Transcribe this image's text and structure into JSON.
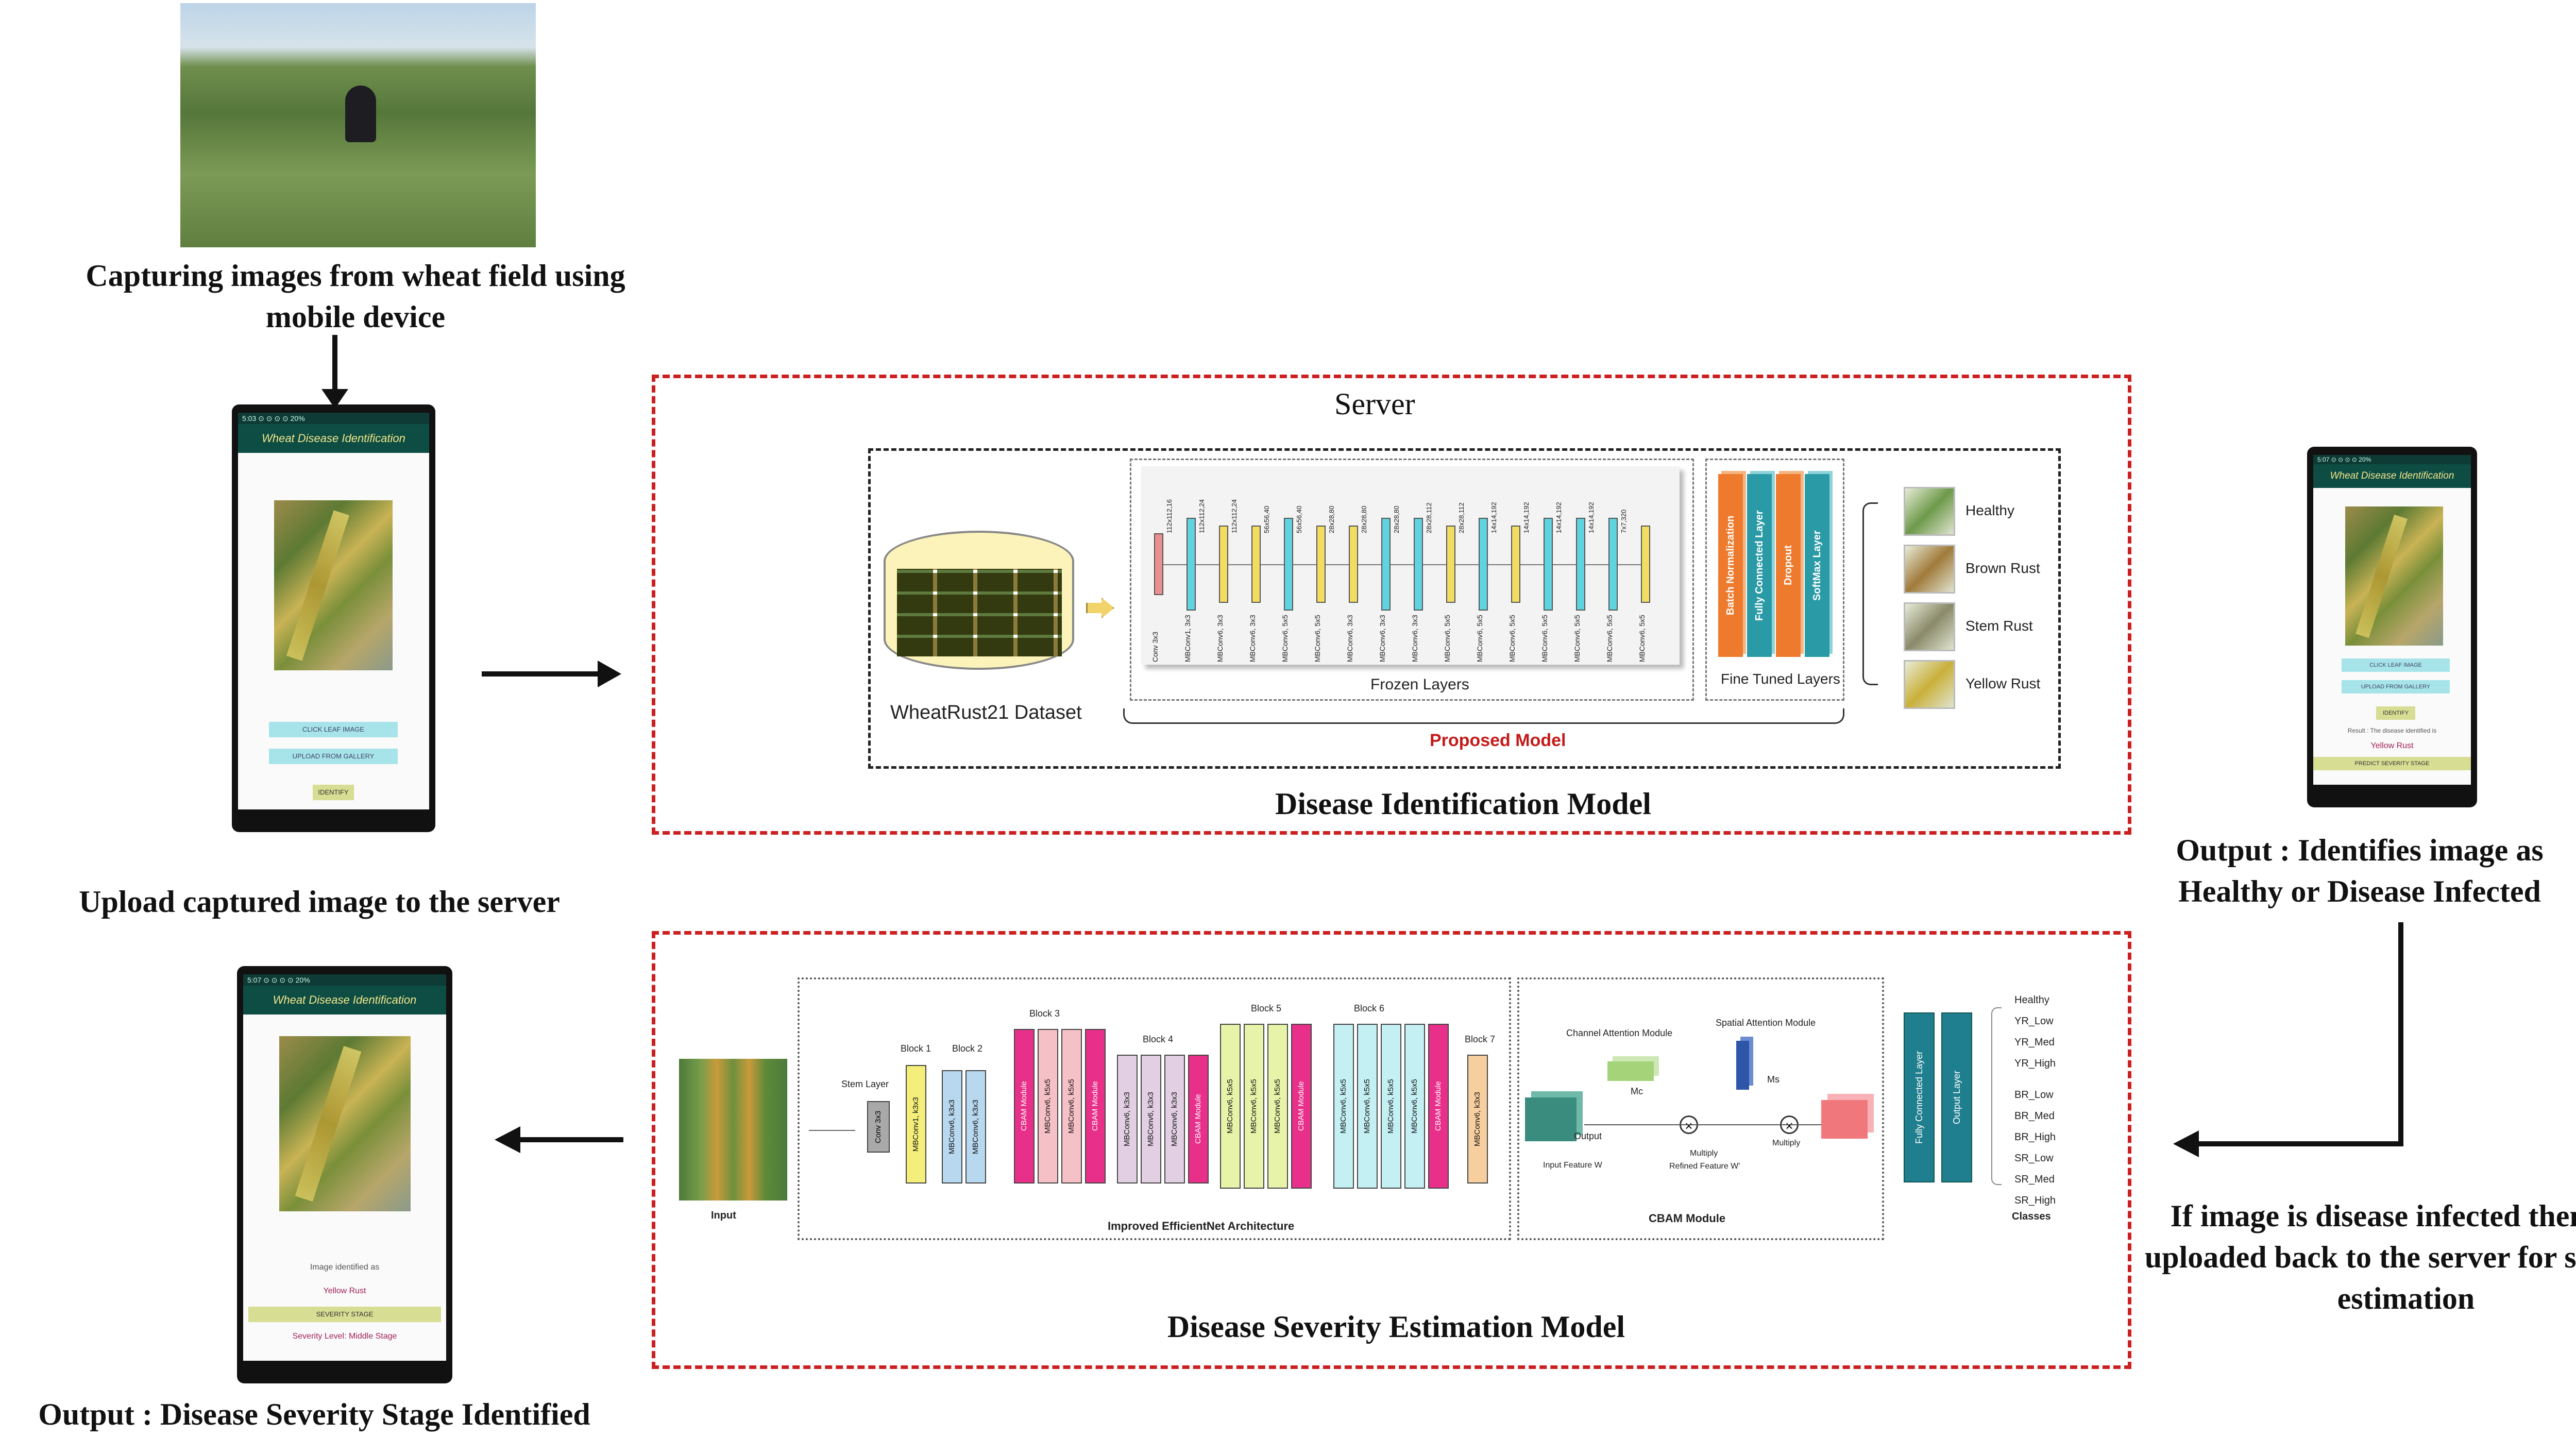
{
  "captions": {
    "capture": "Capturing images from wheat field using mobile device",
    "upload": "Upload captured image to the server",
    "output_identify": "Output : Identifies image as Healthy or Disease Infected",
    "reupload": "If image is disease infected then it is uploaded back to the server for severity estimation",
    "output_severity": "Output : Disease Severity Stage Identified",
    "identification_model": "Disease Identification Model",
    "severity_model": "Disease Severity Estimation Model"
  },
  "server": {
    "title": "Server",
    "dataset_label": "WheatRust21 Dataset",
    "frozen_label": "Frozen Layers",
    "finetuned_label": "Fine Tuned Layers",
    "proposed_label": "Proposed Model",
    "frozen_layers": [
      "Conv 3x3",
      "MBConv1, 3x3",
      "MBConv6, 3x3",
      "MBConv6, 3x3",
      "MBConv6, 5x5",
      "MBConv6, 5x5",
      "MBConv6, 3x3",
      "MBConv6, 3x3",
      "MBConv6, 3x3",
      "MBConv6, 5x5",
      "MBConv6, 5x5",
      "MBConv6, 5x5",
      "MBConv6, 5x5",
      "MBConv6, 5x5",
      "MBConv6, 5x5",
      "MBConv6, 5x5"
    ],
    "frozen_sizes": [
      "112x112,16",
      "112x112,24",
      "112x112,24",
      "56x56,40",
      "56x56,40",
      "28x28,80",
      "28x28,80",
      "28x28,80",
      "28x28,112",
      "28x28,112",
      "14x14,192",
      "14x14,192",
      "14x14,192",
      "14x14,192",
      "7x7,320"
    ],
    "tuned_layers": [
      "Batch Normalization",
      "Fully Connected Layer",
      "Dropout",
      "SoftMax Layer"
    ],
    "classes": [
      "Healthy",
      "Brown Rust",
      "Stem Rust",
      "Yellow Rust"
    ]
  },
  "severity": {
    "input_label": "Input",
    "stem_label": "Stem Layer",
    "stem_conv": "Conv 3x3",
    "block_labels": [
      "Block 1",
      "Block 2",
      "Block 3",
      "Block 4",
      "Block 5",
      "Block 6",
      "Block 7"
    ],
    "block1": [
      "MBConv1, k3x3"
    ],
    "block2": [
      "MBConv6, k3x3",
      "MBConv6, k3x3"
    ],
    "block3": [
      "CBAM Module",
      "MBConv6, k5x5",
      "MBConv6, k5x5",
      "CBAM Module"
    ],
    "block4": [
      "MBConv6, k3x3",
      "MBConv6, k3x3",
      "MBConv6, k3x3",
      "CBAM Module"
    ],
    "block5": [
      "MBConv6, k5x5",
      "MBConv6, k5x5",
      "MBConv6, k5x5",
      "CBAM Module"
    ],
    "block6": [
      "MBConv6, k5x5",
      "MBConv6, k5x5",
      "MBConv6, k5x5",
      "MBConv6, k5x5",
      "CBAM Module"
    ],
    "block7": [
      "MBConv6, k3x3"
    ],
    "arch_label": "Improved EfficientNet Architecture",
    "cbam": {
      "title": "CBAM Module",
      "channel": "Channel Attention Module",
      "spatial": "Spatial Attention Module",
      "mc": "Mc",
      "ms": "Ms",
      "input_feature": "Input Feature W",
      "output": "Output",
      "multiply1": "Multiply",
      "refined": "Refined Feature W'",
      "multiply2": "Multiply"
    },
    "fc_label": "Fully Connected Layer",
    "out_label": "Output Layer",
    "classes_label": "Classes",
    "classes": [
      "Healthy",
      "YR_Low",
      "YR_Med",
      "YR_High",
      "BR_Low",
      "BR_Med",
      "BR_High",
      "SR_Low",
      "SR_Med",
      "SR_High"
    ]
  },
  "phone1": {
    "status": "5:03 ⊙ ⊙ ⊙ ⊙   20%",
    "app_title": "Wheat Disease Identification",
    "btn_click": "CLICK LEAF IMAGE",
    "btn_upload": "UPLOAD FROM GALLERY",
    "btn_identify": "IDENTIFY"
  },
  "phone2": {
    "status": "5:07 ⊙ ⊙ ⊙ ⊙   20%",
    "app_title": "Wheat Disease Identification",
    "btn_click": "CLICK LEAF IMAGE",
    "btn_upload": "UPLOAD FROM GALLERY",
    "btn_identify": "IDENTIFY",
    "result_text": "Result : The disease identified is",
    "result_value": "Yellow Rust",
    "btn_predict": "PREDICT SEVERITY STAGE"
  },
  "phone3": {
    "status": "5:07 ⊙ ⊙ ⊙ ⊙   20%",
    "app_title": "Wheat Disease Identification",
    "identified_as": "Image identified as",
    "disease": "Yellow Rust",
    "btn_severity": "SEVERITY STAGE",
    "severity_level": "Severity Level: Middle Stage"
  },
  "colors": {
    "red_dash": "#cc1f1f",
    "proposed": "#c41a1a",
    "teal": "#2a9aa6",
    "orange": "#ee7a2e",
    "cyan_layer": "#5fd3e0",
    "yellow_layer": "#f3dc62",
    "cbam_pink": "#e8308a"
  }
}
